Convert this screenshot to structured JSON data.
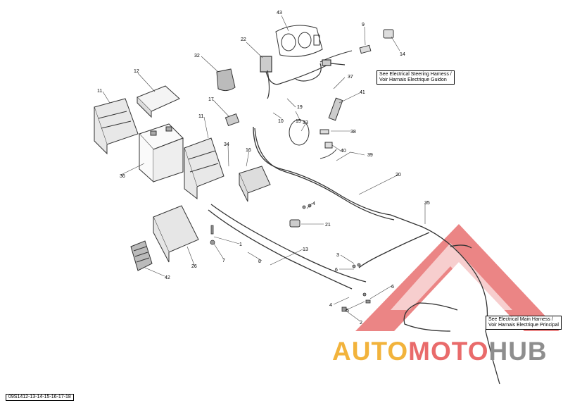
{
  "diagram": {
    "callouts": [
      {
        "id": "c43",
        "label": "43"
      },
      {
        "id": "c9",
        "label": "9"
      },
      {
        "id": "c14",
        "label": "14"
      },
      {
        "id": "c22",
        "label": "22"
      },
      {
        "id": "c32",
        "label": "32"
      },
      {
        "id": "c12",
        "label": "12"
      },
      {
        "id": "c11a",
        "label": "11"
      },
      {
        "id": "c17",
        "label": "17"
      },
      {
        "id": "c37",
        "label": "37"
      },
      {
        "id": "c41",
        "label": "41"
      },
      {
        "id": "c19",
        "label": "19"
      },
      {
        "id": "c10",
        "label": "10"
      },
      {
        "id": "c15",
        "label": "15"
      },
      {
        "id": "c33",
        "label": "33"
      },
      {
        "id": "c38",
        "label": "38"
      },
      {
        "id": "c11b",
        "label": "11"
      },
      {
        "id": "c36",
        "label": "36"
      },
      {
        "id": "c34",
        "label": "34"
      },
      {
        "id": "c16",
        "label": "16"
      },
      {
        "id": "c40",
        "label": "40"
      },
      {
        "id": "c39",
        "label": "39"
      },
      {
        "id": "c20",
        "label": "20"
      },
      {
        "id": "c35",
        "label": "35"
      },
      {
        "id": "c4a",
        "label": "4"
      },
      {
        "id": "c21",
        "label": "21"
      },
      {
        "id": "c1",
        "label": "1"
      },
      {
        "id": "c7",
        "label": "7"
      },
      {
        "id": "c26",
        "label": "26"
      },
      {
        "id": "c42",
        "label": "42"
      },
      {
        "id": "c13",
        "label": "13"
      },
      {
        "id": "c8",
        "label": "8"
      },
      {
        "id": "c3",
        "label": "3"
      },
      {
        "id": "c6a",
        "label": "6"
      },
      {
        "id": "c6b",
        "label": "6"
      },
      {
        "id": "c4b",
        "label": "4"
      },
      {
        "id": "c5",
        "label": "5"
      },
      {
        "id": "c2",
        "label": "2"
      }
    ],
    "notes": {
      "steering_line1": "See Electrical Steering Harness /",
      "steering_line2": "Voir Harnais Electrique Guidon",
      "main_line1": "See Electrical Main Harness /",
      "main_line2": "Voir Harnais Electrique Principal"
    },
    "drawing_code": "09S1412-13-14-15-16-17-18"
  },
  "watermark": {
    "part1": "AUTO",
    "part2": "MOTO",
    "part3": "HUB",
    "colors": {
      "yellow": "#f2b33c",
      "red": "#e96b6b",
      "gray": "#8e8e8e"
    }
  }
}
